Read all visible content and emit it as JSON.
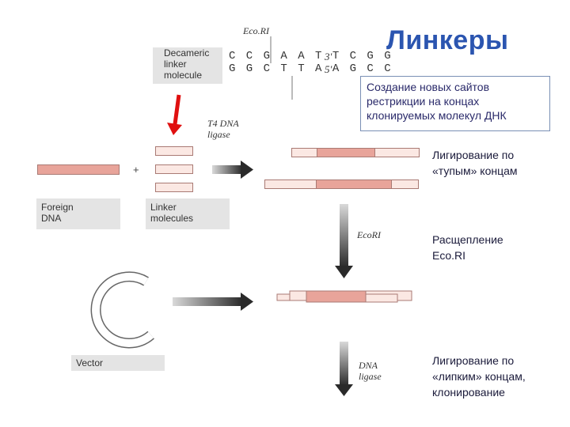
{
  "title": "Линкеры",
  "note": "Создание новых сайтов рестрикции на концах клонируемых молекул ДНК",
  "steps": {
    "blunt": [
      "Лигирование по",
      "«тупым» концам"
    ],
    "digest": [
      "Расщепление",
      "Eco.RI"
    ],
    "sticky": [
      "Лигирование по",
      "«липким» концам,",
      "клонирование"
    ]
  },
  "labels": {
    "ecori_top": "Eco.RI",
    "decameric": [
      "Decameric",
      "linker",
      "molecule"
    ],
    "seq_top": "C C G A A T T C G G",
    "seq_bottom": "G G C T T A A G C C",
    "seq_top_end": "3'",
    "seq_bottom_end": "5'",
    "t4": [
      "T4 DNA",
      "ligase"
    ],
    "plus": "+",
    "foreign": [
      "Foreign",
      "DNA"
    ],
    "linkers": [
      "Linker",
      "molecules"
    ],
    "ecori_arrow": "EcoRI",
    "vector": "Vector",
    "dna_ligase": [
      "DNA",
      "ligase"
    ]
  },
  "colors": {
    "title": "#2b55b0",
    "insert": "#e8a49a",
    "linker": "#fbe8e3",
    "red_arrow": "#e01010",
    "arrow_dark": "#333333"
  }
}
